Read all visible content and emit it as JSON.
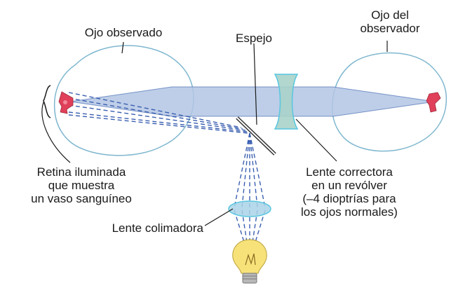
{
  "labels": {
    "observed_eye": "Ojo observado",
    "observer_eye_line1": "Ojo del",
    "observer_eye_line2": "observador",
    "mirror": "Espejo",
    "retina_line1": "Retina iluminada",
    "retina_line2": "que muestra",
    "retina_line3": "un vaso sanguíneo",
    "corrective_lens_line1": "Lente correctora",
    "corrective_lens_line2": "en un revólver",
    "corrective_lens_line3": "(–4 dioptrías para",
    "corrective_lens_line4": "los ojos normales)",
    "collimating_lens": "Lente colimadora"
  },
  "icons": [
    "blood-vessel-icon",
    "light-bulb-icon"
  ],
  "colors": {
    "eye_outline": "#7fb7cf",
    "light_beam": "#b3c6e4",
    "beam_edge": "#4a6fb5",
    "dashed_rays": "#3a5fb0",
    "lens": "#57c6e0",
    "vessel": "#e0405a",
    "bulb": "#f7e27a"
  }
}
